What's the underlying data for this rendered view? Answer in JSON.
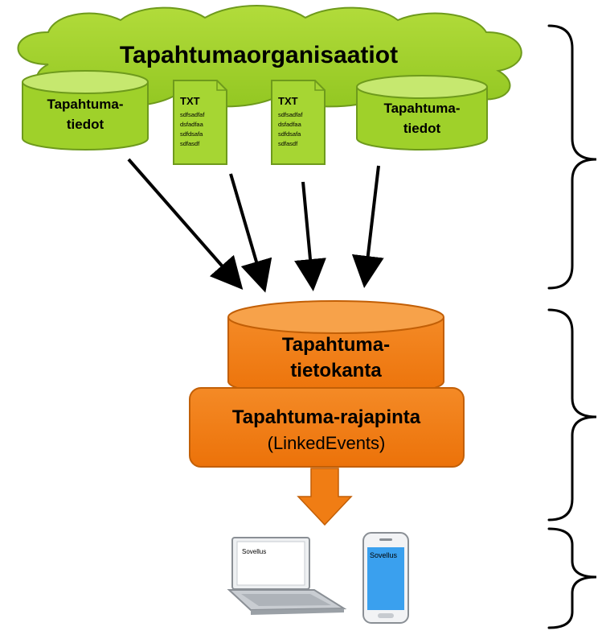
{
  "cloud": {
    "title": "Tapahtumaorganisaatiot",
    "db_left": {
      "line1": "Tapahtuma-",
      "line2": "tiedot"
    },
    "db_right": {
      "line1": "Tapahtuma-",
      "line2": "tiedot"
    },
    "doc_left": {
      "header": "TXT",
      "lines": [
        "sdfsadfaf",
        "dsfadfaa",
        "sdfdsafa",
        "sdfasdf"
      ]
    },
    "doc_right": {
      "header": "TXT",
      "lines": [
        "sdfsadfaf",
        "dsfadfaa",
        "sdfdsafa",
        "sdfasdf"
      ]
    }
  },
  "database": {
    "line1": "Tapahtuma-",
    "line2": "tietokanta"
  },
  "api": {
    "line1": "Tapahtuma-rajapinta",
    "line2": "(LinkedEvents)"
  },
  "devices": {
    "laptop_app": "Sovellus",
    "phone_app": "Sovellus"
  },
  "colors": {
    "green_fill": "#9fd12a",
    "green_top": "#c6e86f",
    "green_stroke": "#6e9a1c",
    "orange_fill": "#f07d14",
    "orange_top": "#f7a24a",
    "orange_stroke": "#c25f06",
    "phone_screen": "#3aa0ee"
  }
}
